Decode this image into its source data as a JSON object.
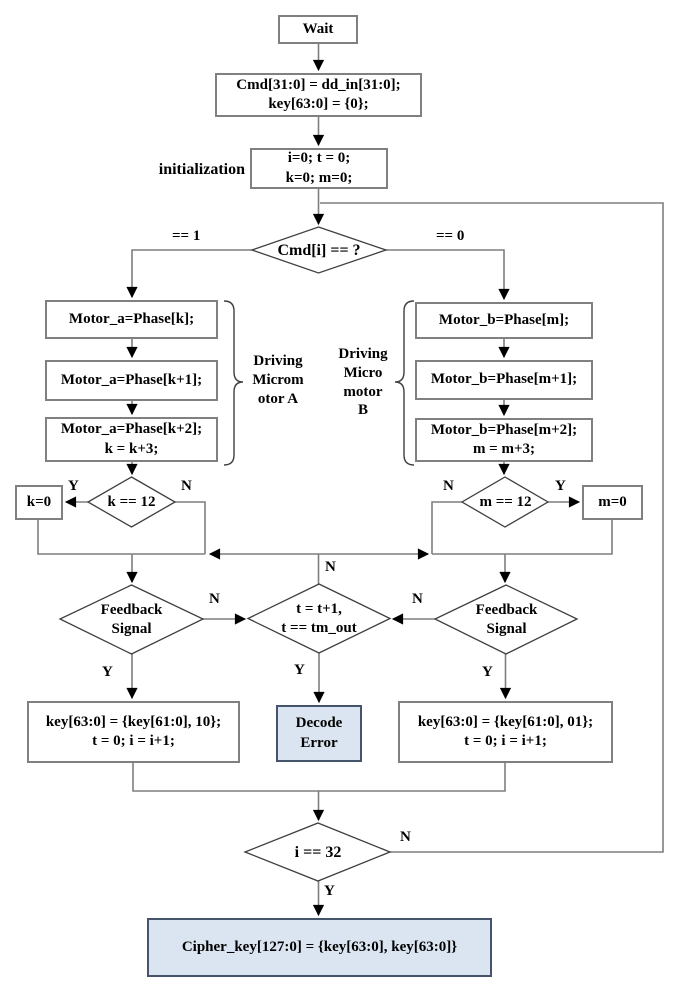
{
  "title": "Micromotor driving / cipher key generation flowchart",
  "colors": {
    "highlight_fill": "#dbe5f1",
    "highlight_border": "#44546a",
    "box_border": "#808080",
    "line": "#7f7f7f",
    "diamond_stroke": "#3f3f3f",
    "text": "#000000"
  },
  "nodes": {
    "wait": "Wait",
    "load": "Cmd[31:0] = dd_in[31:0];\nkey[63:0] = {0};",
    "init_label": "initialization",
    "init": "i=0; t = 0;\nk=0; m=0;",
    "cmd_decision": "Cmd[i] == ?",
    "motor_a1": "Motor_a=Phase[k];",
    "motor_a2": "Motor_a=Phase[k+1];",
    "motor_a3": "Motor_a=Phase[k+2];\nk = k+3;",
    "motor_b1": "Motor_b=Phase[m];",
    "motor_b2": "Motor_b=Phase[m+1];",
    "motor_b3": "Motor_b=Phase[m+2];\nm = m+3;",
    "driving_a": "Driving\nMicrom\notor A",
    "driving_b": "Driving\nMicro\nmotor\nB",
    "k_check": "k == 12",
    "k_reset": "k=0",
    "m_check": "m == 12",
    "m_reset": "m=0",
    "feedback": "Feedback\nSignal",
    "timeout": "t = t+1,\nt == tm_out",
    "key_shift_10": "key[63:0] = {key[61:0], 10};\nt = 0; i = i+1;",
    "decode_error": "Decode\nError",
    "key_shift_01": "key[63:0] = {key[61:0], 01};\nt = 0; i = i+1;",
    "i_check": "i == 32",
    "cipher": "Cipher_key[127:0] = {key[63:0], key[63:0]}"
  },
  "labels": {
    "eq1": "== 1",
    "eq0": "== 0",
    "yes": "Y",
    "no": "N"
  }
}
